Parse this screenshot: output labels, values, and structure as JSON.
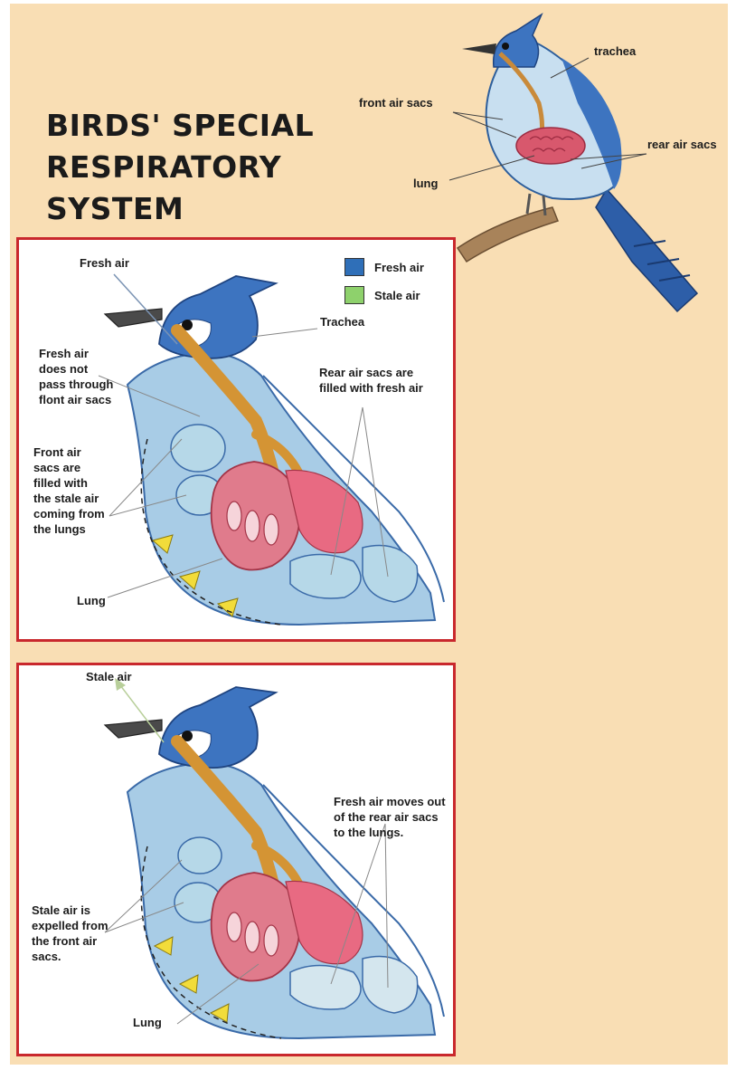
{
  "title_lines": [
    "BIRDS' SPECIAL",
    "RESPIRATORY",
    "SYSTEM"
  ],
  "top_bird": {
    "trachea": "trachea",
    "front_air_sacs": "front air sacs",
    "rear_air_sacs": "rear air sacs",
    "lung": "lung"
  },
  "panel1": {
    "fresh_air": "Fresh air",
    "legend": [
      {
        "label": "Fresh air",
        "color": "#2f6fb8"
      },
      {
        "label": "Stale air",
        "color": "#8ed16c"
      }
    ],
    "trachea": "Trachea",
    "fresh_not_pass": "Fresh air\ndoes not\npass through\nflont air sacs",
    "front_sacs_filled": "Front air\nsacs are\nfilled with\nthe stale air\ncoming from\nthe lungs",
    "rear_sacs_filled": "Rear air sacs are\nfilled with fresh air",
    "lung": "Lung"
  },
  "panel2": {
    "stale_air": "Stale air",
    "fresh_moves_out": "Fresh air moves out\nof the rear air sacs\nto the lungs.",
    "stale_expelled": "Stale air is\nexpelled from\nthe front air\nsacs.",
    "lung": "Lung"
  }
}
